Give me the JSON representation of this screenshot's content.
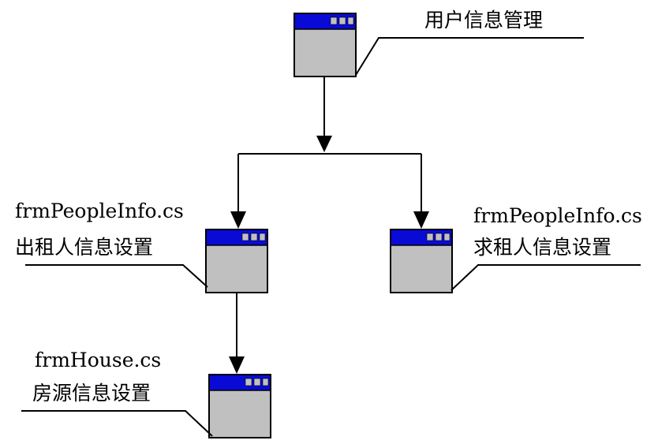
{
  "diagram": {
    "root": {
      "title": "用户信息管理"
    },
    "landlord": {
      "file": "frmPeopleInfo.cs",
      "title": "出租人信息设置"
    },
    "tenant": {
      "file": "frmPeopleInfo.cs",
      "title": "求租人信息设置"
    },
    "house": {
      "file": "frmHouse.cs",
      "title": "房源信息设置"
    }
  },
  "colors": {
    "titlebar": "#0a0ad6",
    "body": "#c0c0c0",
    "button": "#c0c0c0",
    "line": "#000000"
  },
  "icons": {
    "window": "window-icon"
  }
}
